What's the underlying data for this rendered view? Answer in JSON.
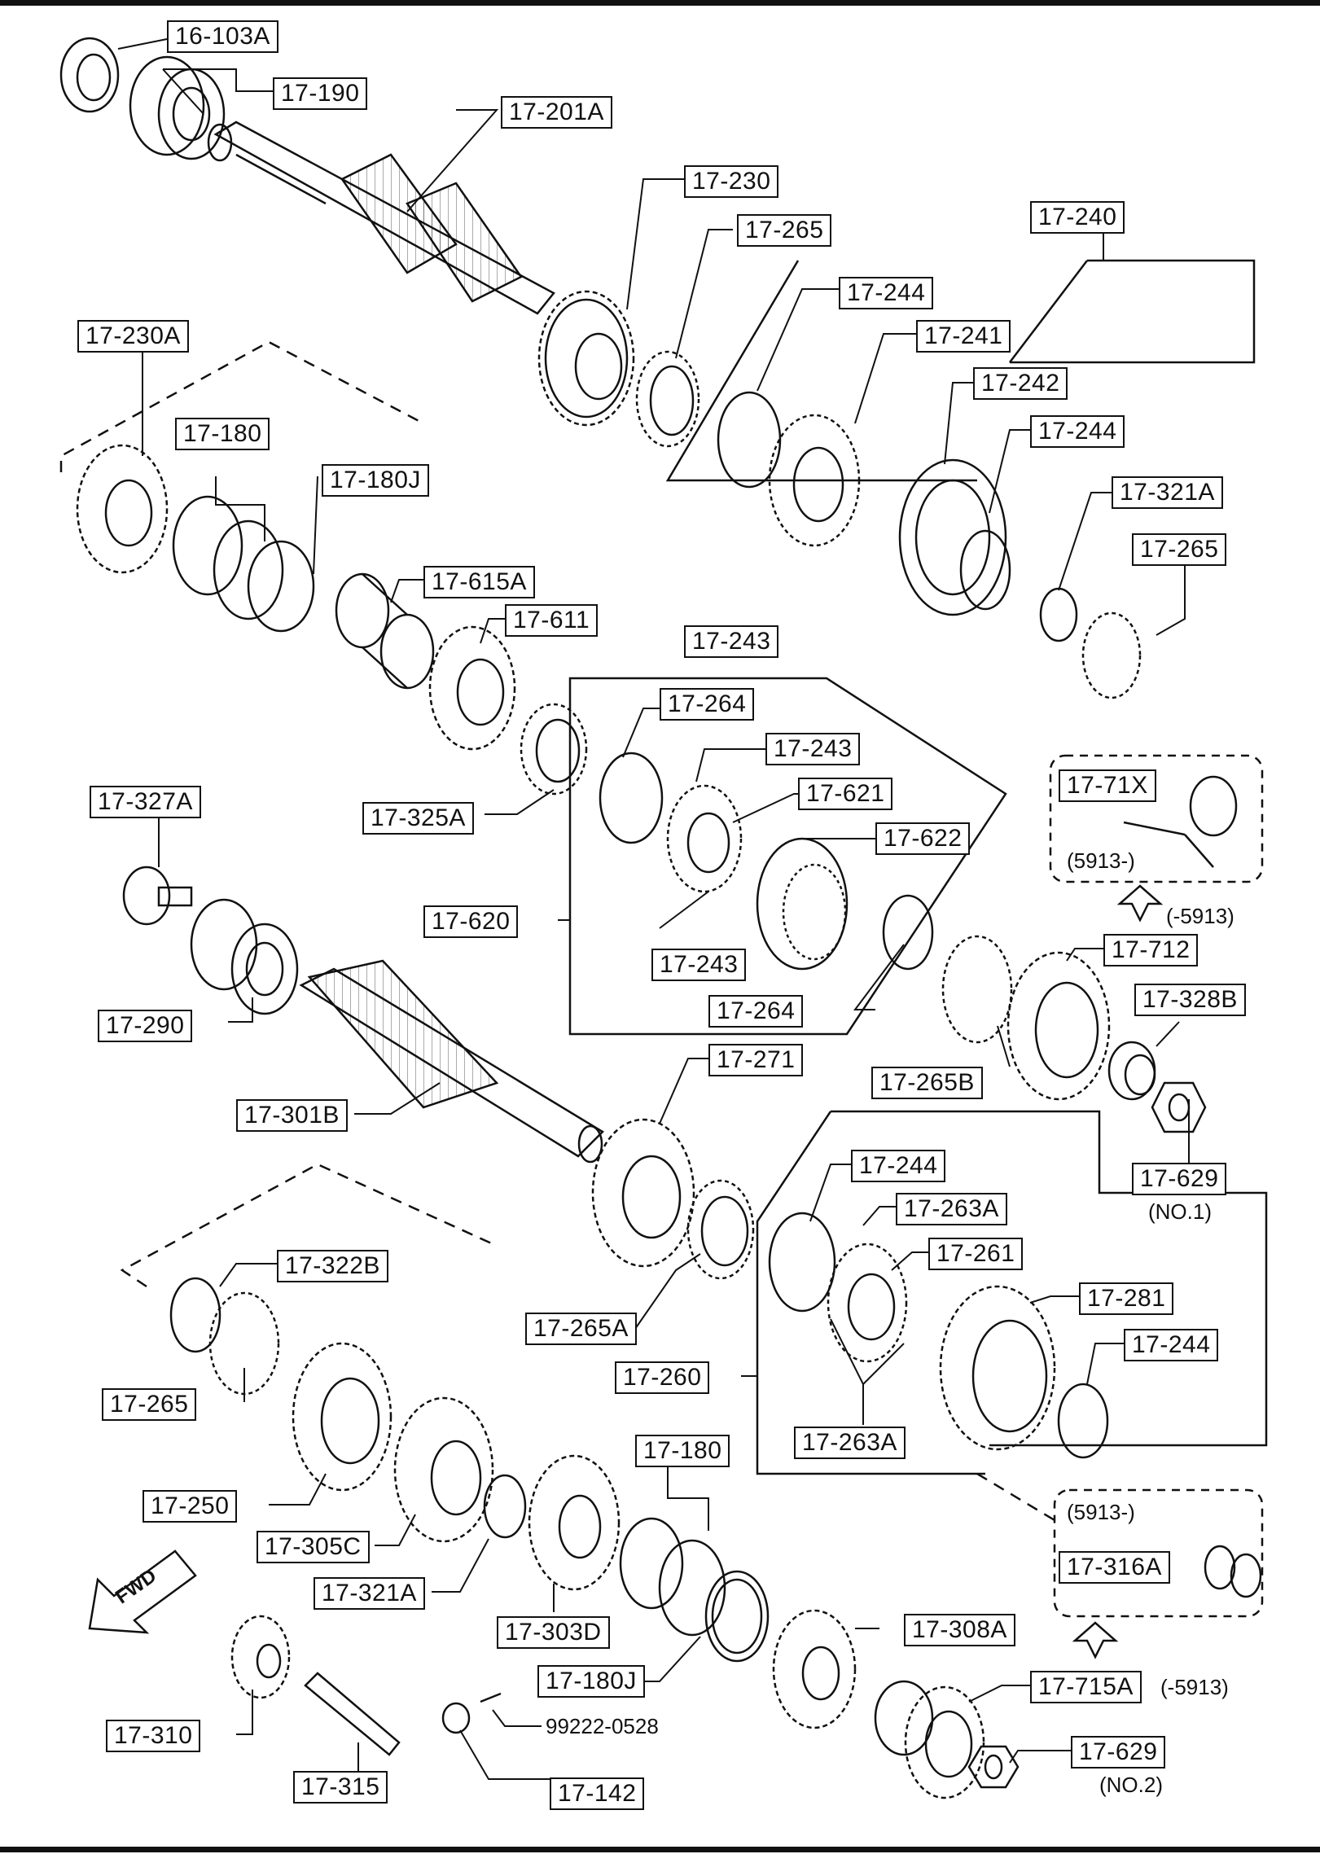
{
  "labels": {
    "l16_103A": "16-103A",
    "l17_190": "17-190",
    "l17_201A": "17-201A",
    "l17_230": "17-230",
    "l17_265_a": "17-265",
    "l17_240": "17-240",
    "l17_244_a": "17-244",
    "l17_241": "17-241",
    "l17_242": "17-242",
    "l17_244_b": "17-244",
    "l17_321A_a": "17-321A",
    "l17_265_b": "17-265",
    "l17_243_a": "17-243",
    "l17_230A": "17-230A",
    "l17_180_a": "17-180",
    "l17_180J_a": "17-180J",
    "l17_615A": "17-615A",
    "l17_611": "17-611",
    "l17_264_a": "17-264",
    "l17_243_b": "17-243",
    "l17_621": "17-621",
    "l17_622": "17-622",
    "l17_325A": "17-325A",
    "l17_327A": "17-327A",
    "l17_620": "17-620",
    "l17_243_c": "17-243",
    "l17_264_b": "17-264",
    "l17_290": "17-290",
    "l17_71X": "17-71X",
    "l17_712": "17-712",
    "l17_328B": "17-328B",
    "l17_265B": "17-265B",
    "l17_301B": "17-301B",
    "l17_271": "17-271",
    "l17_629_a": "17-629",
    "l17_244_c": "17-244",
    "l17_263A_a": "17-263A",
    "l17_261": "17-261",
    "l17_322B": "17-322B",
    "l17_281": "17-281",
    "l17_244_d": "17-244",
    "l17_265A": "17-265A",
    "l17_260": "17-260",
    "l17_265_c": "17-265",
    "l17_263A_b": "17-263A",
    "l17_250": "17-250",
    "l17_180_b": "17-180",
    "l17_305C": "17-305C",
    "l17_316A": "17-316A",
    "l17_321A_b": "17-321A",
    "l17_303D": "17-303D",
    "l17_308A": "17-308A",
    "l17_180J_b": "17-180J",
    "l17_715A": "17-715A",
    "l17_310": "17-310",
    "l17_629_b": "17-629",
    "l17_315": "17-315",
    "l17_142": "17-142"
  },
  "texts": {
    "serial_a": "(5913-)",
    "serial_b": "(-5913)",
    "serial_c": "(5913-)",
    "serial_d": "(-5913)",
    "no1": "(NO.1)",
    "no2": "(NO.2)",
    "bolt": "99222-0528",
    "fwd": "FWD"
  }
}
